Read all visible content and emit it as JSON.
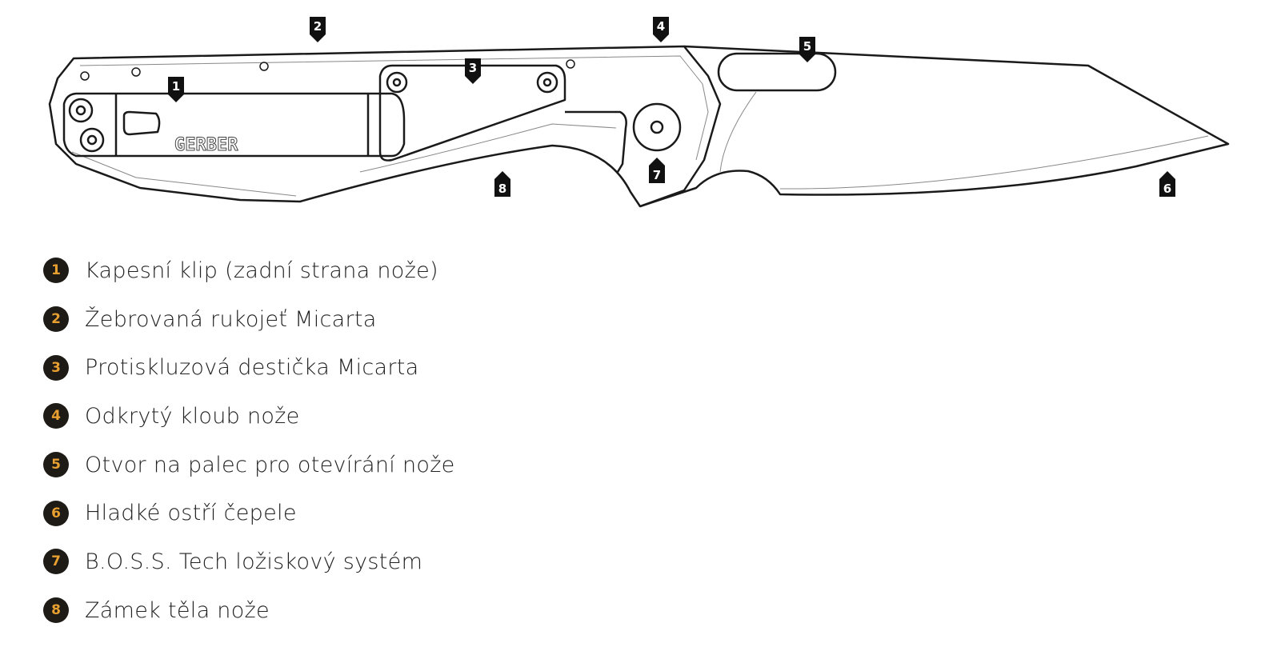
{
  "brand_logo": "GERBER",
  "colors": {
    "badge_bg": "#1e1a16",
    "badge_text": "#e8a030",
    "line": "#1a1a1a"
  },
  "markers": [
    "1",
    "2",
    "3",
    "4",
    "5",
    "6",
    "7",
    "8"
  ],
  "legend": [
    {
      "num": "1",
      "label": "Kapesní klip (zadní strana nože)"
    },
    {
      "num": "2",
      "label": "Žebrovaná rukojeť Micarta"
    },
    {
      "num": "3",
      "label": "Protiskluzová destička Micarta"
    },
    {
      "num": "4",
      "label": "Odkrytý kloub nože"
    },
    {
      "num": "5",
      "label": "Otvor na palec pro otevírání nože"
    },
    {
      "num": "6",
      "label": "Hladké ostří čepele"
    },
    {
      "num": "7",
      "label": "B.O.S.S. Tech ložiskový systém"
    },
    {
      "num": "8",
      "label": "Zámek těla nože"
    }
  ]
}
